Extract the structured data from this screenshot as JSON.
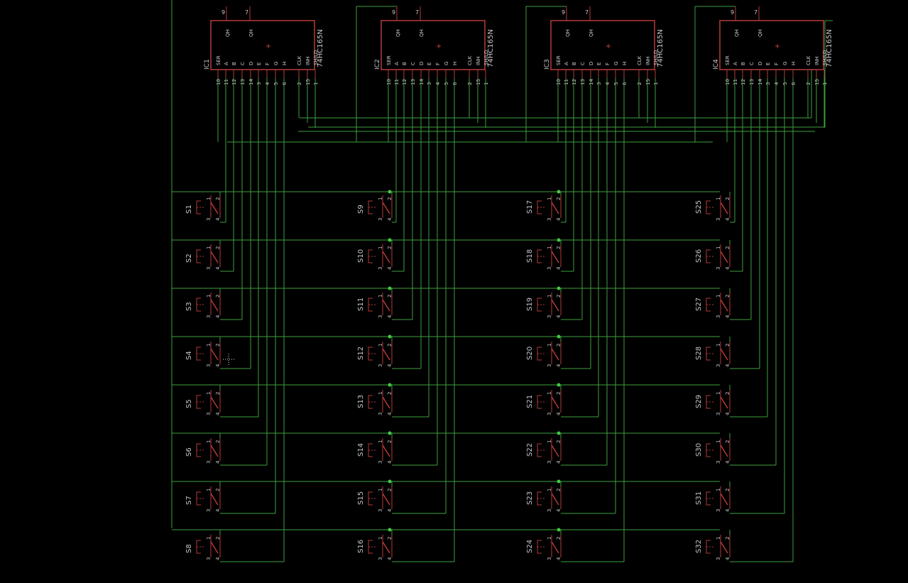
{
  "colors": {
    "background": "#000000",
    "wire": "#3e9f3e",
    "component": "#b53a3a",
    "junction": "#45c845",
    "text": "#c8c8c8"
  },
  "ics": [
    {
      "ref": "IC1",
      "part": "74HC165N"
    },
    {
      "ref": "IC2",
      "part": "74HC165N"
    },
    {
      "ref": "IC3",
      "part": "74HC165N"
    },
    {
      "ref": "IC4",
      "part": "74HC165N"
    }
  ],
  "ic_pins": {
    "bottom_names": [
      "SER",
      "A",
      "B",
      "C",
      "D",
      "E",
      "F",
      "G",
      "H",
      "CLK",
      "INH",
      "SH/LD"
    ],
    "bottom_numbers": [
      "10",
      "11",
      "12",
      "13",
      "14",
      "3",
      "4",
      "5",
      "6",
      "2",
      "15",
      "1"
    ],
    "top_names": [
      "QH",
      "QH"
    ],
    "top_numbers": [
      "9",
      "7"
    ],
    "center_mark": "+"
  },
  "switch_pins": [
    "1",
    "2",
    "3",
    "4"
  ],
  "switches": [
    "S1",
    "S2",
    "S3",
    "S4",
    "S5",
    "S6",
    "S7",
    "S8",
    "S9",
    "S10",
    "S11",
    "S12",
    "S13",
    "S14",
    "S15",
    "S16",
    "S17",
    "S18",
    "S19",
    "S20",
    "S21",
    "S22",
    "S23",
    "S24",
    "S25",
    "S26",
    "S27",
    "S28",
    "S29",
    "S30",
    "S31",
    "S32"
  ]
}
